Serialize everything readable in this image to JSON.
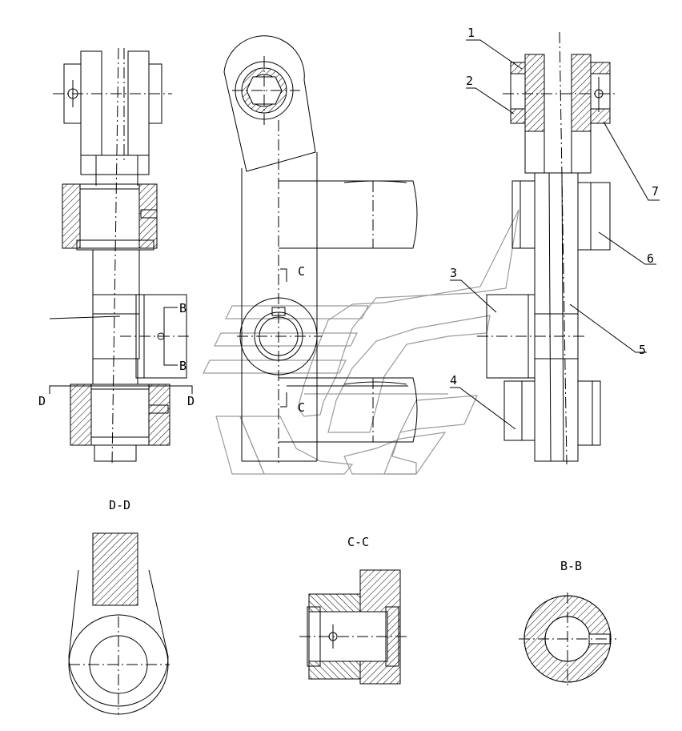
{
  "drawing": {
    "line_color": "#000000",
    "watermark_color": "#9a9a9a",
    "section_labels": {
      "dd": "D-D",
      "cc": "C-C",
      "bb": "B-B"
    },
    "cut_letters": {
      "d_left": "D",
      "d_right": "D",
      "c_top": "C",
      "c_bottom": "C",
      "b_top": "B",
      "b_bottom": "B"
    },
    "part_numbers": {
      "p1": "1",
      "p2": "2",
      "p3": "3",
      "p4": "4",
      "p5": "5",
      "p6": "6",
      "p7": "7"
    }
  }
}
